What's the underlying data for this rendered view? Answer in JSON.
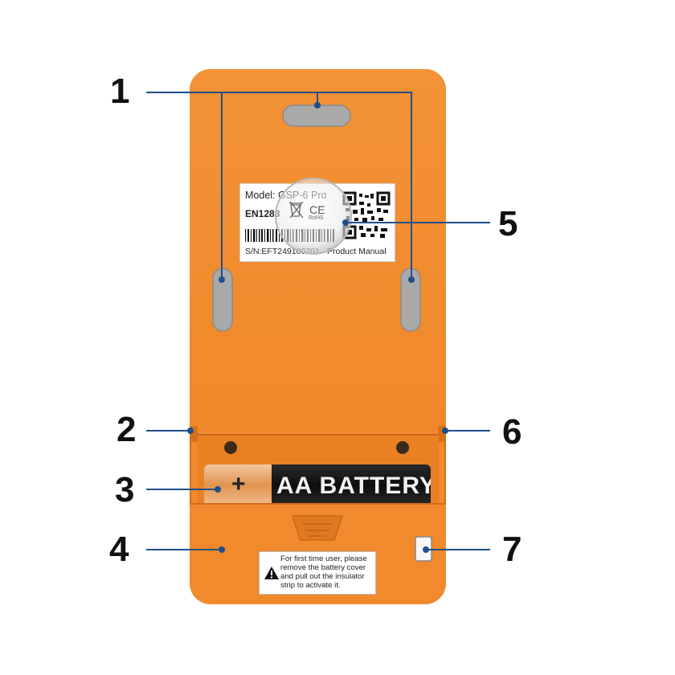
{
  "callouts": [
    "1",
    "2",
    "3",
    "4",
    "5",
    "6",
    "7"
  ],
  "label": {
    "model": "Model: GSP-6 Pro",
    "standard": "EN1283",
    "serial": "S/N:EFT249100701",
    "manual": "Product Manual",
    "ce_mark": "CE",
    "rohs": "RoHS"
  },
  "battery": {
    "text": "AA BATTERY",
    "plus": "+"
  },
  "warning": {
    "text": "For first time user, please remove the battery cover and pull out the insulator strip to activate it."
  },
  "colors": {
    "body": "#f08a2c",
    "callout_line": "#1f4f8a",
    "pad": "#a9a9a9"
  }
}
